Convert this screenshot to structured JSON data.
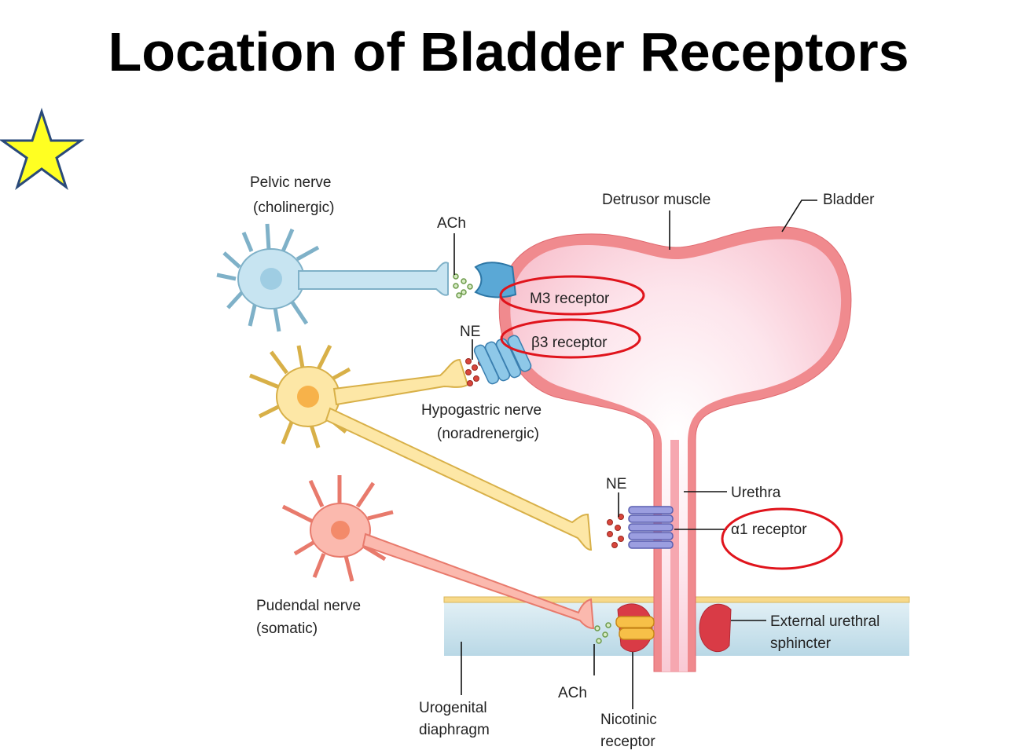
{
  "title": "Location of Bladder Receptors",
  "star_icon": "star-icon",
  "labels": {
    "pelvic_nerve": "Pelvic nerve",
    "pelvic_type": "(cholinergic)",
    "ach_top": "ACh",
    "detrusor": "Detrusor muscle",
    "bladder": "Bladder",
    "m3": "M3 receptor",
    "ne_top": "NE",
    "beta3": "β3 receptor",
    "hypogastric_nerve": "Hypogastric nerve",
    "hypogastric_type": "(noradrenergic)",
    "ne_mid": "NE",
    "urethra": "Urethra",
    "alpha1": "α1 receptor",
    "pudendal_nerve": "Pudendal nerve",
    "pudendal_type": "(somatic)",
    "external_sphincter_1": "External urethral",
    "external_sphincter_2": "sphincter",
    "ach_bottom": "ACh",
    "urogenital_1": "Urogenital",
    "urogenital_2": "diaphragm",
    "nicotinic_1": "Nicotinic",
    "nicotinic_2": "receptor"
  },
  "colors": {
    "bladder_wall": "#f08a8e",
    "bladder_fill": "#fbdbe2",
    "pelvic_neuron": "#bfe0ee",
    "hypogastric_neuron": "#fbe3a0",
    "pudendal_neuron": "#f9b0a6",
    "highlight": "#e0141c",
    "diaphragm": "#cfe4ee"
  }
}
